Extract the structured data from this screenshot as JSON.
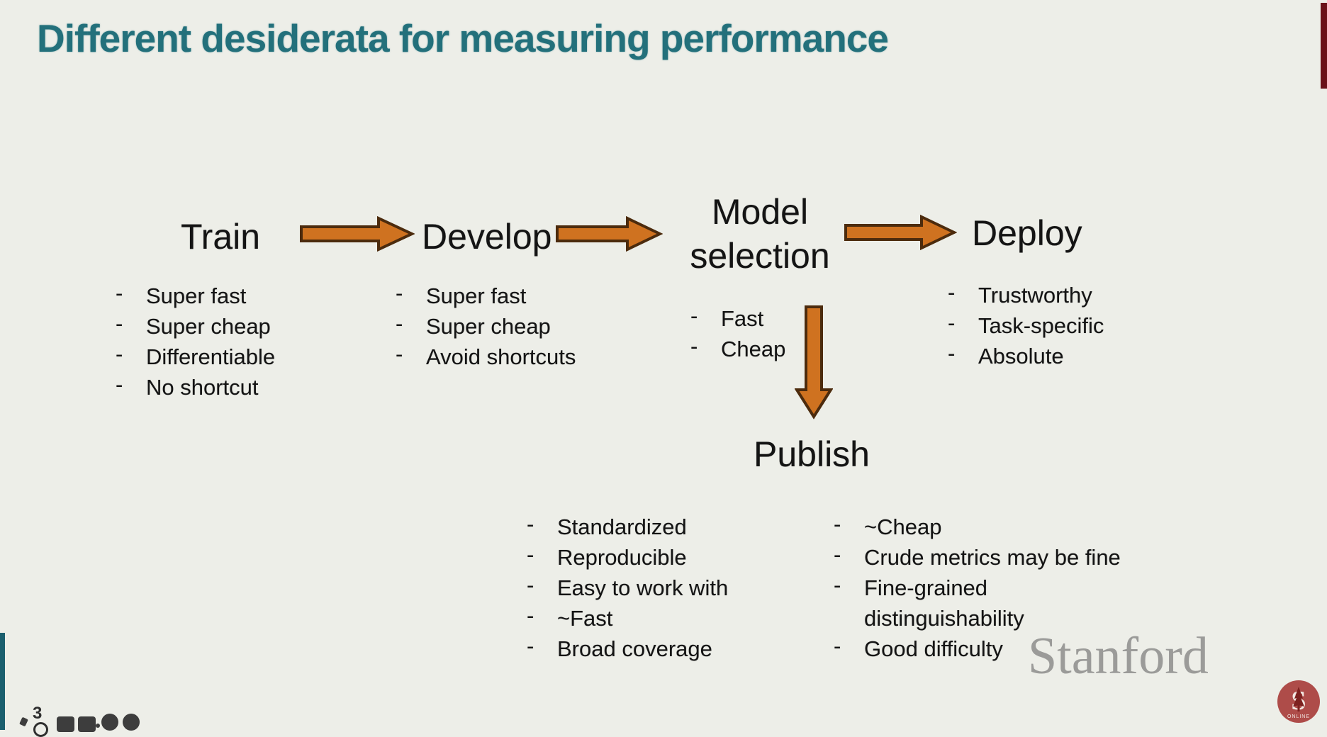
{
  "slide": {
    "title": "Different desiderata for measuring performance",
    "bullet_marker": "-",
    "stages": [
      {
        "label": "Train",
        "bullets": [
          "Super fast",
          "Super cheap",
          "Differentiable",
          "No shortcut"
        ]
      },
      {
        "label": "Develop",
        "bullets": [
          "Super fast",
          "Super cheap",
          "Avoid shortcuts"
        ]
      },
      {
        "label_line1": "Model",
        "label_line2": "selection",
        "bullets": [
          "Fast",
          "Cheap"
        ]
      },
      {
        "label": "Deploy",
        "bullets": [
          "Trustworthy",
          "Task-specific",
          "Absolute"
        ]
      },
      {
        "label": "Publish",
        "bullets_left": [
          "Standardized",
          "Reproducible",
          "Easy to work with",
          "~Fast",
          "Broad coverage"
        ],
        "bullets_right": [
          "~Cheap",
          "Crude metrics may be fine",
          "Fine-grained distinguishability",
          "Good difficulty"
        ]
      }
    ],
    "icons": {
      "flow": [
        "arrow-right",
        "arrow-right",
        "arrow-right",
        "arrow-down"
      ]
    },
    "watermark": "Stanford",
    "logo": {
      "letter": "S",
      "caption": "ONLINE"
    },
    "footer": {
      "page_indicator": "3"
    },
    "colors": {
      "slide_bg": "#edeee8",
      "title_teal": "#23707b",
      "body_text": "#141414",
      "arrow_fill": "#cf7220",
      "arrow_border": "#4c2b0d",
      "maroon_bar": "#6a1119",
      "teal_bar": "#1b5f6e",
      "watermark_gray": "#9b9b99",
      "logo_red": "#ae4c49"
    }
  }
}
